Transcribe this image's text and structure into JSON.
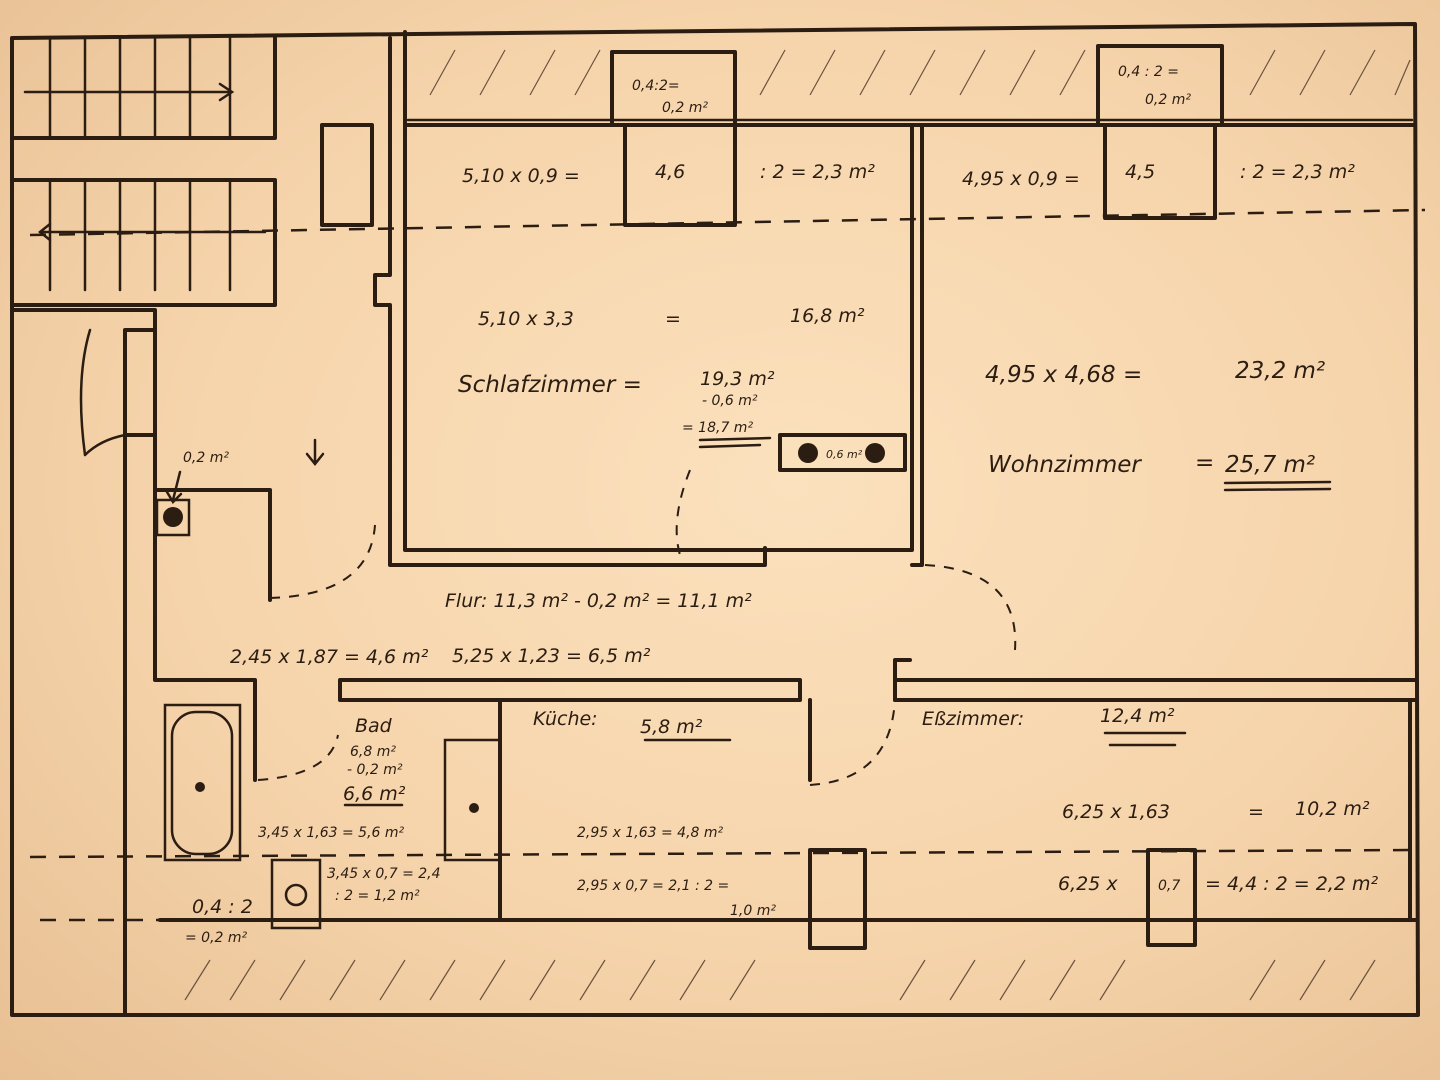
{
  "plan": {
    "top_left_chimney": {
      "line1": "0,4:2=",
      "line2": "0,2 m²"
    },
    "top_right_chimney": {
      "line1": "0,4 : 2 =",
      "line2": "0,2 m²"
    },
    "schlafzimmer": {
      "slope_calc": "5,10 x 0,9 =",
      "slope_value": "4,6",
      "slope_half": ": 2 = 2,3 m²",
      "main_calc": "5,10 x 3,3",
      "main_eq": "=",
      "main_area": "16,8 m²",
      "name": "Schlafzimmer =",
      "sum1": "19,3 m²",
      "sum2": "- 0,6 m²",
      "sum3": "= 18,7 m²",
      "chimney": "0,6 m²"
    },
    "wohnzimmer": {
      "slope_calc": "4,95 x 0,9 =",
      "slope_value": "4,5",
      "slope_half": ": 2 = 2,3 m²",
      "main_calc": "4,95 x 4,68 =",
      "main_area": "23,2 m²",
      "name": "Wohnzimmer",
      "eq": "=",
      "total": "25,7 m²"
    },
    "flur": {
      "calc": "Flur: 11,3 m² - 0,2 m² = 11,1 m²",
      "part1": "2,45 x 1,87 = 4,6 m²",
      "part2": "5,25 x 1,23 = 6,5 m²",
      "chimney": "0,2 m²"
    },
    "bad": {
      "name": "Bad",
      "l1": "6,8 m²",
      "l2": "- 0,2 m²",
      "l3": "6,6 m²",
      "calc1": "3,45 x 1,63 = 5,6 m²",
      "calc2": "3,45 x 0,7 = 2,4",
      "calc3": ": 2 = 1,2 m²",
      "chimney1": "0,4 : 2",
      "chimney2": "= 0,2 m²"
    },
    "kueche": {
      "name": "Küche:",
      "area": "5,8 m²",
      "calc1": "2,95 x 1,63 = 4,8 m²",
      "calc2": "2,95 x 0,7 = 2,1 : 2 =",
      "calc3": "1,0 m²"
    },
    "esszimmer": {
      "name": "Eßzimmer:",
      "area": "12,4 m²",
      "calc1": "6,25 x 1,63",
      "calc1_eq": "=",
      "calc1_res": "10,2 m²",
      "calc2": "6,25 x",
      "calc2_box": "0,7",
      "calc2_res": "= 4,4 : 2 = 2,2 m²"
    }
  }
}
